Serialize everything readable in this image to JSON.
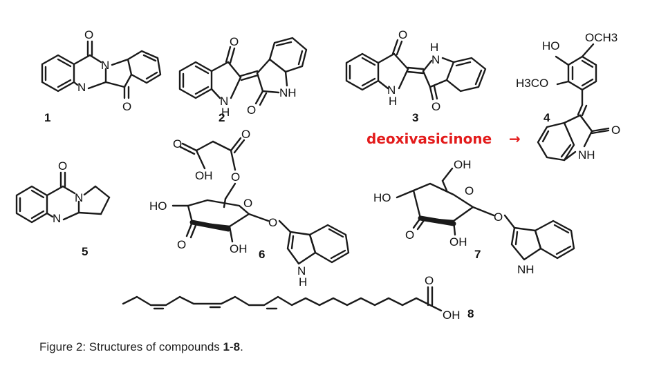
{
  "compounds": [
    {
      "number": "1",
      "atoms": [
        "O",
        "N",
        "N",
        "O"
      ]
    },
    {
      "number": "2",
      "atoms": [
        "O",
        "N",
        "H",
        "O",
        "NH"
      ]
    },
    {
      "number": "3",
      "atoms": [
        "O",
        "H",
        "N",
        "N",
        "H",
        "O"
      ]
    },
    {
      "number": "4",
      "atoms": [
        "HO",
        "OCH3",
        "H3CO",
        "O",
        "NH"
      ]
    },
    {
      "number": "5",
      "atoms": [
        "O",
        "N",
        "N"
      ]
    },
    {
      "number": "6",
      "atoms": [
        "O",
        "O",
        "OH",
        "O",
        "HO",
        "O",
        "O",
        "OH",
        "O",
        "N",
        "H"
      ]
    },
    {
      "number": "7",
      "atoms": [
        "OH",
        "O",
        "HO",
        "O",
        "OH",
        "O",
        "NH"
      ]
    },
    {
      "number": "8",
      "atoms": [
        "O",
        "OH"
      ]
    }
  ],
  "annotation": {
    "text": "deoxivasicinone",
    "arrow": "→",
    "color": "#e31b1b"
  },
  "caption": {
    "prefix": "Figure 2: Structures of compounds ",
    "from": "1",
    "dash": "-",
    "to": "8",
    "suffix": "."
  }
}
